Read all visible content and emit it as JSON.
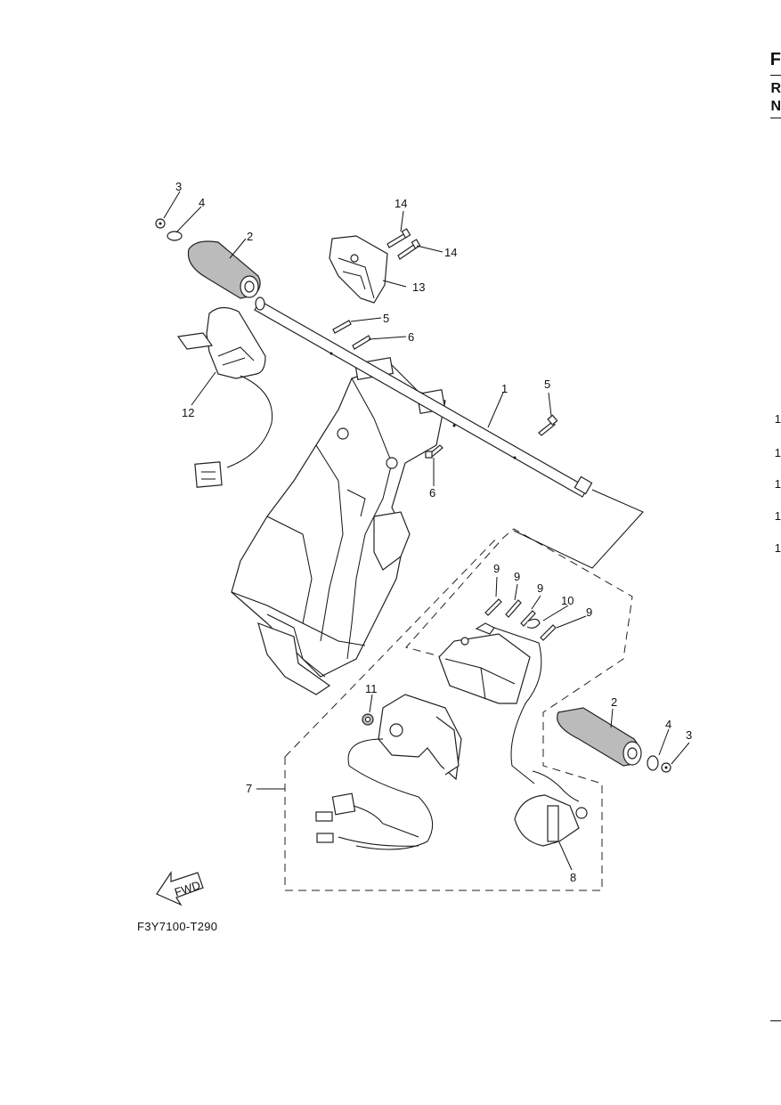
{
  "diagram": {
    "caption": "F3Y7100-T290",
    "fwd_label": "FWD",
    "callouts": [
      {
        "id": "c3a",
        "label": "3"
      },
      {
        "id": "c4a",
        "label": "4"
      },
      {
        "id": "c2a",
        "label": "2"
      },
      {
        "id": "c14a",
        "label": "14"
      },
      {
        "id": "c14b",
        "label": "14"
      },
      {
        "id": "c13",
        "label": "13"
      },
      {
        "id": "c5a",
        "label": "5"
      },
      {
        "id": "c6a",
        "label": "6"
      },
      {
        "id": "c12",
        "label": "12"
      },
      {
        "id": "c1",
        "label": "1"
      },
      {
        "id": "c5b",
        "label": "5"
      },
      {
        "id": "c6b",
        "label": "6"
      },
      {
        "id": "c9a",
        "label": "9"
      },
      {
        "id": "c9b",
        "label": "9"
      },
      {
        "id": "c9c",
        "label": "9"
      },
      {
        "id": "c10",
        "label": "10"
      },
      {
        "id": "c9d",
        "label": "9"
      },
      {
        "id": "c11",
        "label": "11"
      },
      {
        "id": "c2b",
        "label": "2"
      },
      {
        "id": "c4b",
        "label": "4"
      },
      {
        "id": "c3b",
        "label": "3"
      },
      {
        "id": "c7",
        "label": "7"
      },
      {
        "id": "c8",
        "label": "8"
      }
    ]
  },
  "edge": {
    "letter_top": "F",
    "letter_r": "R",
    "letter_n": "N",
    "numbers": [
      "1",
      "1",
      "1",
      "1",
      "1"
    ]
  }
}
